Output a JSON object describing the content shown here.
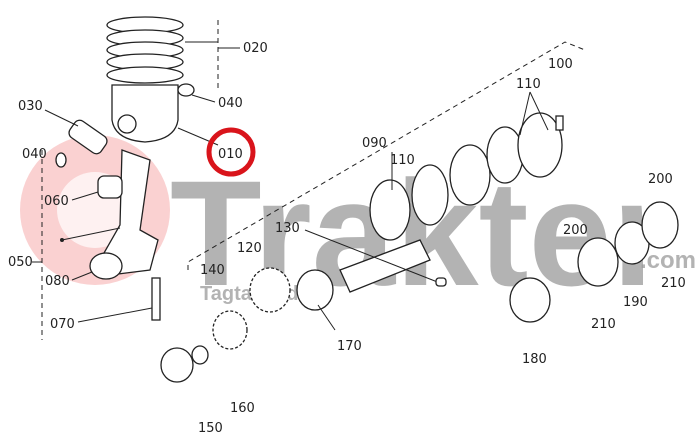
{
  "watermark": {
    "brand": "Trakter",
    "suffix": ".com",
    "tagline": "Tagtalenide",
    "logo_color": "#f4a0a0"
  },
  "highlight": {
    "part": "010",
    "color": "#d9141b"
  },
  "labels": {
    "p020": "020",
    "p040a": "040",
    "p030": "030",
    "p040b": "040",
    "p010": "010",
    "p060": "060",
    "p050": "050",
    "p080": "080",
    "p070": "070",
    "p090": "090",
    "p110a": "110",
    "p110b": "110",
    "p100": "100",
    "p130": "130",
    "p120": "120",
    "p140": "140",
    "p170": "170",
    "p150": "150",
    "p160": "160",
    "p180": "180",
    "p200a": "200",
    "p200b": "200",
    "p210a": "210",
    "p210b": "210",
    "p190": "190"
  }
}
